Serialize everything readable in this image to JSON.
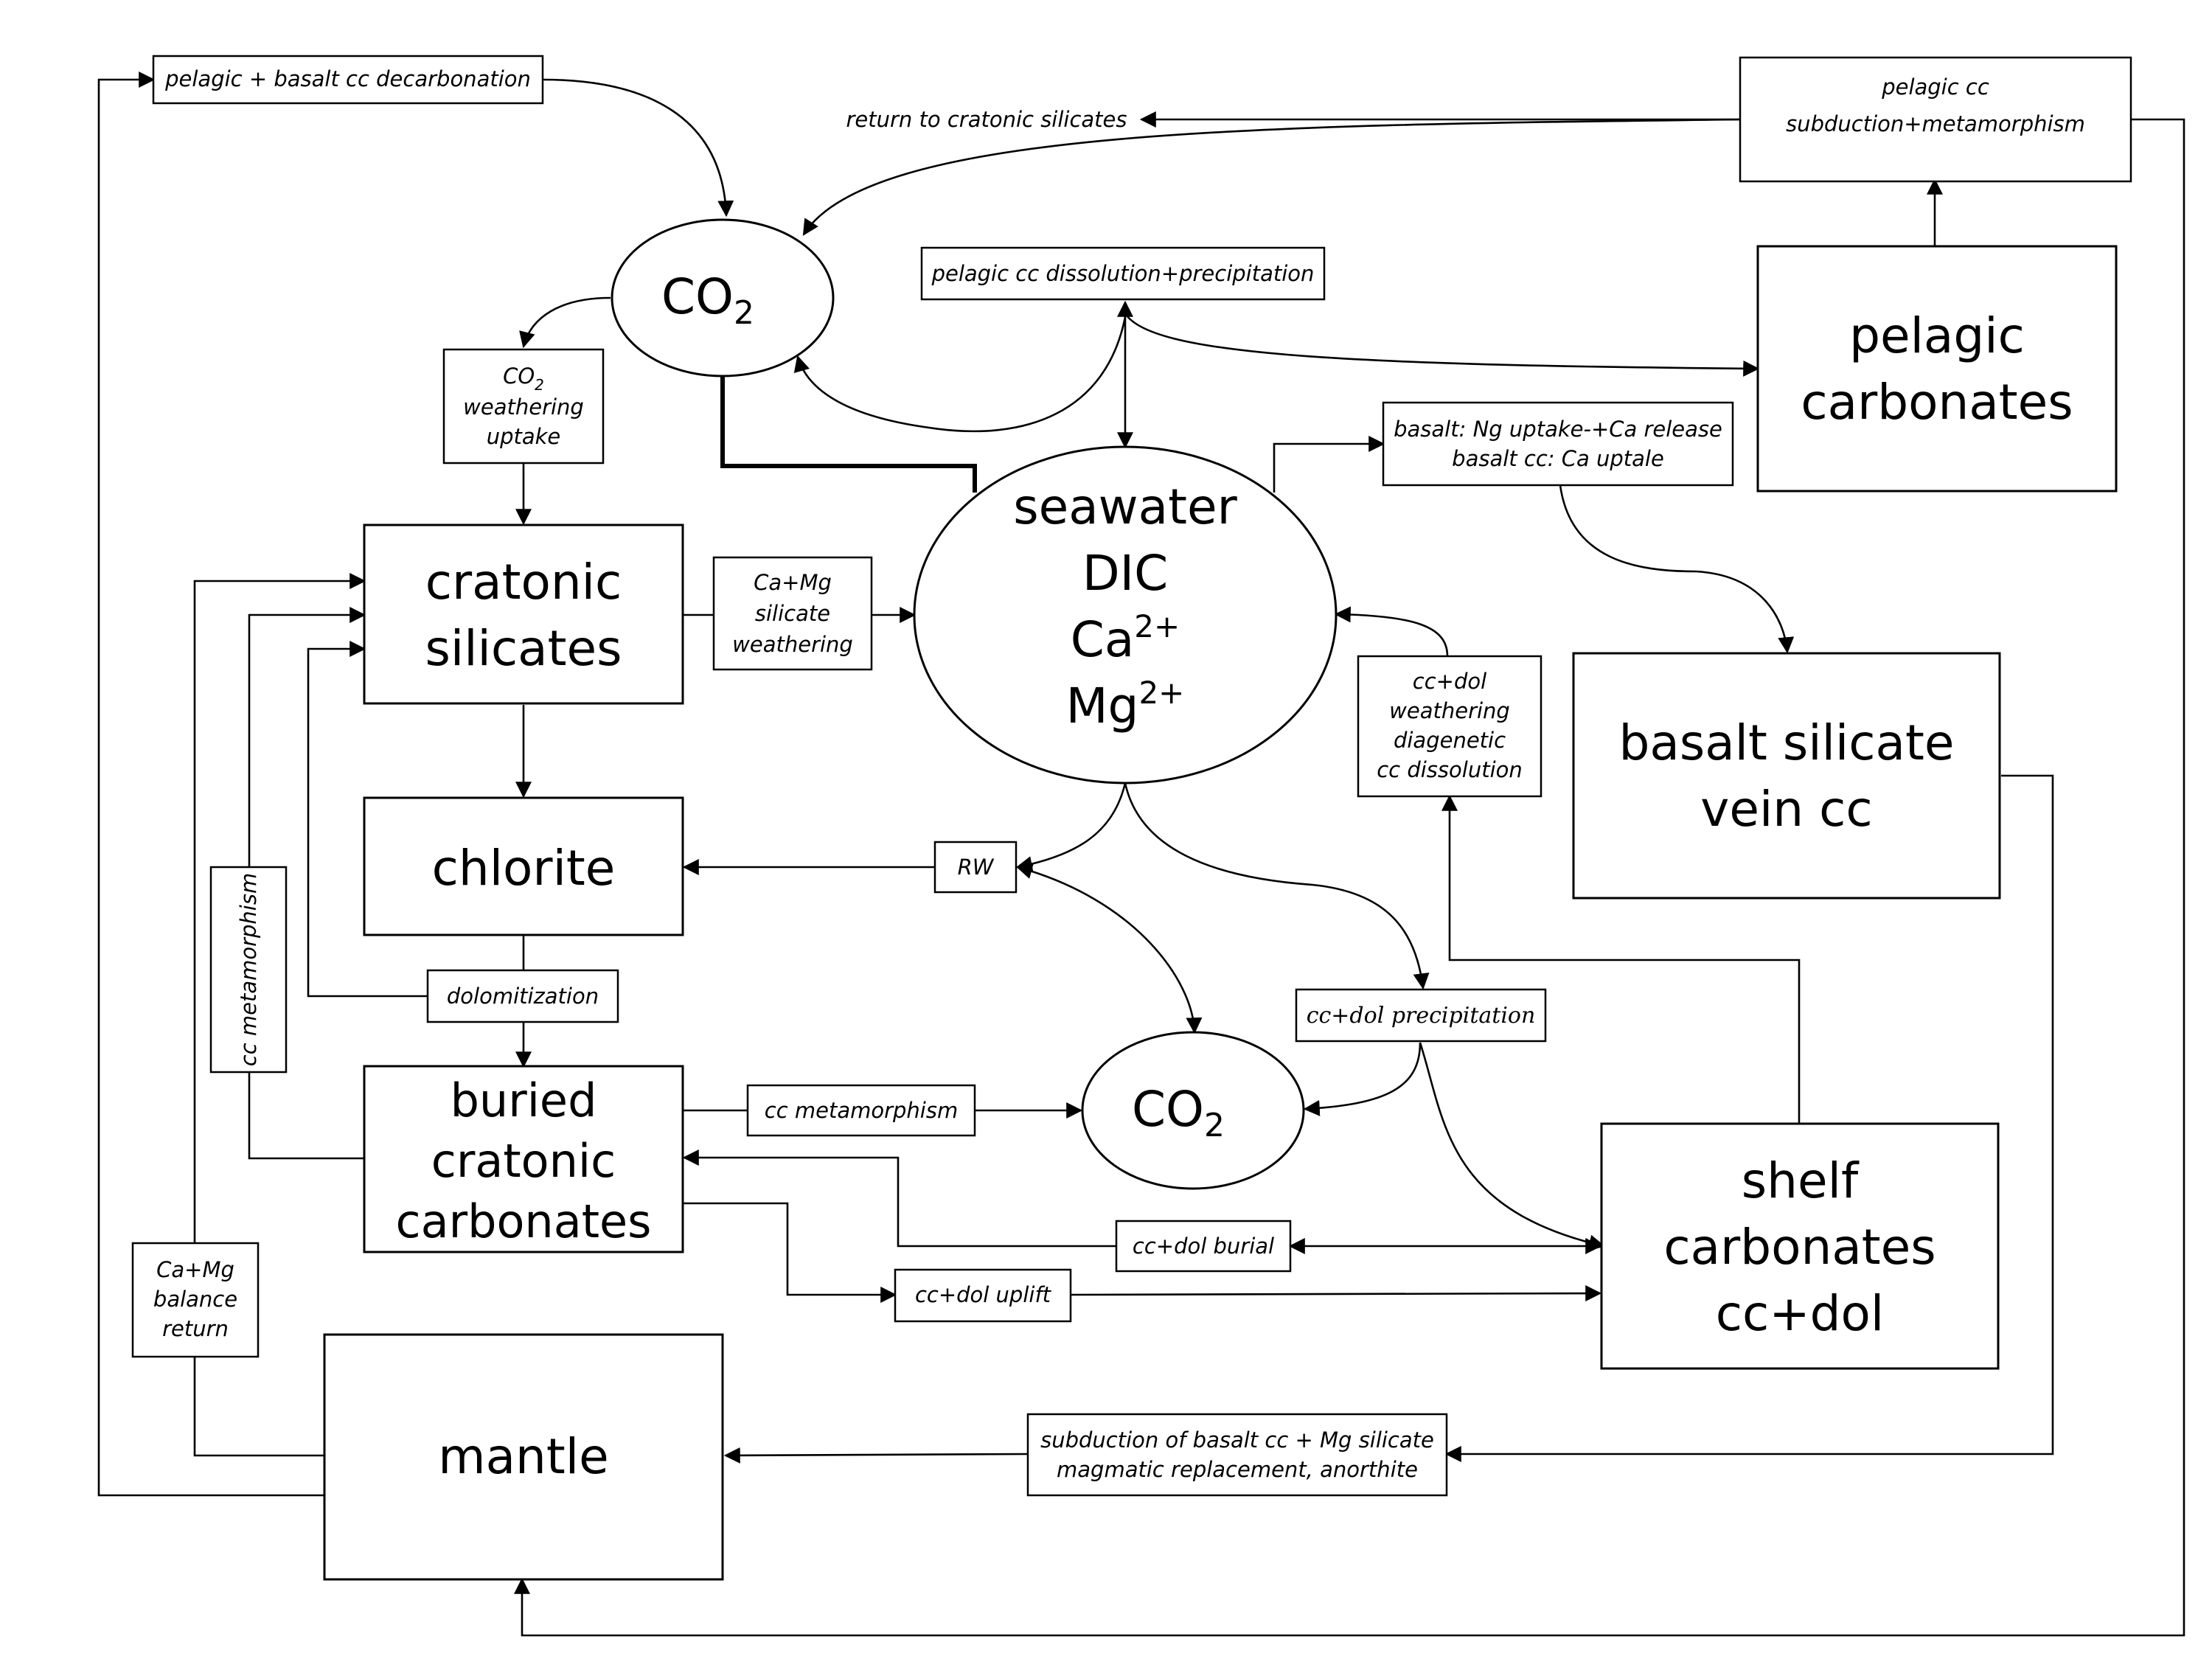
{
  "nodes": {
    "co2_top": {
      "main": "CO",
      "sub": "2"
    },
    "co2_bottom": {
      "main": "CO",
      "sub": "2"
    },
    "seawater": {
      "line1": "seawater",
      "line2": "DIC",
      "line3_main": "Ca",
      "line3_sup": "2+",
      "line4_main": "Mg",
      "line4_sup": "2+"
    },
    "cratonic_silicates": [
      "cratonic",
      "silicates"
    ],
    "chlorite": "chlorite",
    "buried_cratonic_carbonates": [
      "buried",
      "cratonic",
      "carbonates"
    ],
    "mantle": "mantle",
    "pelagic_carbonates": [
      "pelagic",
      "carbonates"
    ],
    "basalt_silicate_vein_cc": [
      "basalt silicate",
      "vein cc"
    ],
    "shelf_carbonates": [
      "shelf",
      "carbonates",
      "cc+dol"
    ]
  },
  "labels": {
    "pelagic_basalt_decarbonation": "pelagic + basalt cc  decarbonation",
    "return_to_cratonic_silicates": "return to cratonic silicates",
    "pelagic_subduction": [
      "pelagic cc",
      "subduction+metamorphism"
    ],
    "pelagic_dissolution_precipitation": "pelagic cc dissolution+precipitation",
    "co2_weathering_uptake": {
      "main": "CO",
      "sub": "2",
      "line2": "weathering",
      "line3": "uptake"
    },
    "basalt_uptake": [
      "basalt: Ng uptake-+Ca release",
      "basalt cc: Ca uptale"
    ],
    "camg_silicate_weathering": [
      "Ca+Mg",
      "silicate",
      "weathering"
    ],
    "ccdol_weathering": [
      "cc+dol",
      "weathering",
      "diagenetic",
      "cc dissolution"
    ],
    "rw": "RW",
    "cc_metamorphism_vertical": "cc metamorphism",
    "dolomitization": "dolomitization",
    "ccdol_precipitation": "cc+dol precipitation",
    "cc_metamorphism": "cc metamorphism",
    "ccdol_burial": "cc+dol burial",
    "ccdol_uplift": "cc+dol uplift",
    "camg_balance_return": [
      "Ca+Mg",
      "balance",
      "return"
    ],
    "subduction_basalt": [
      "subduction of basalt cc + Mg silicate",
      "magmatic replacement, anorthite"
    ]
  }
}
